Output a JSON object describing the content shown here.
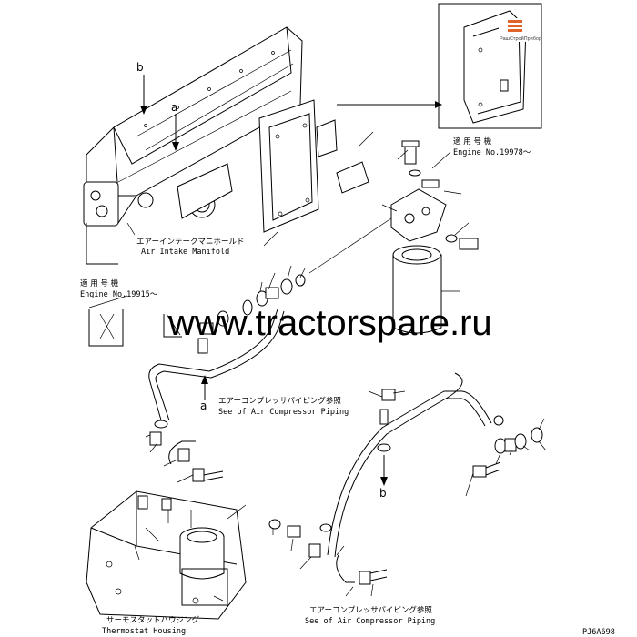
{
  "callout_letters": {
    "b_top": "b",
    "a_top": "a",
    "a_mid": "a",
    "b_low": "b"
  },
  "labels": {
    "intake_jp": "エアーインテークマニホールド",
    "intake_en": "Air Intake Manifold",
    "applies_left_jp": "適 用 号 機",
    "engine_left": "Engine No.19915～",
    "applies_right_jp": "適 用 号 機",
    "engine_right": "Engine No.19978～",
    "compressor_mid_jp": "エアーコンプレッサパイピング参照",
    "compressor_mid_en": "See of Air Compressor Piping",
    "thermostat_jp": "サーモスタットハウジング",
    "thermostat_en": "Thermostat Housing",
    "compressor_low_jp": "エアーコンプレッサパイピング参照",
    "compressor_low_en": "See of Air Compressor Piping",
    "code": "PJ6A698"
  },
  "watermark": "www.tractorspare.ru",
  "logo_text": "РашСтройПрибор",
  "colors": {
    "ink": "#000000",
    "paper": "#ffffff",
    "logo_accent": "#e0632a"
  }
}
